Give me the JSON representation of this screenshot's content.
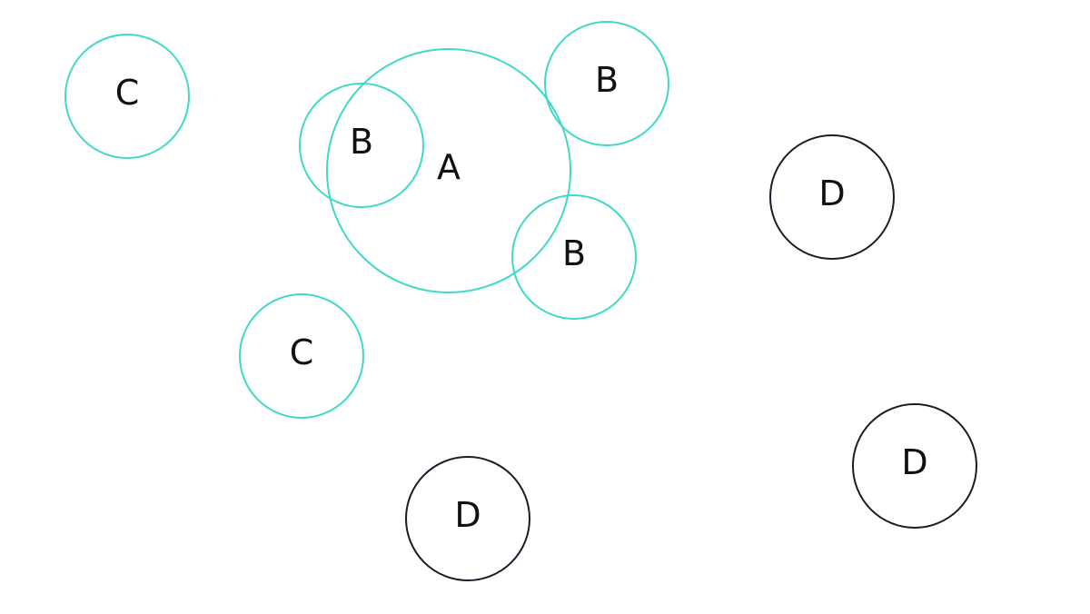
{
  "nodes": [
    {
      "id": "a",
      "label": "A",
      "group": "highlighted"
    },
    {
      "id": "b1",
      "label": "B",
      "group": "highlighted"
    },
    {
      "id": "b2",
      "label": "B",
      "group": "highlighted"
    },
    {
      "id": "b3",
      "label": "B",
      "group": "highlighted"
    },
    {
      "id": "c1",
      "label": "C",
      "group": "highlighted"
    },
    {
      "id": "c2",
      "label": "C",
      "group": "highlighted"
    },
    {
      "id": "d1",
      "label": "D",
      "group": "plain"
    },
    {
      "id": "d2",
      "label": "D",
      "group": "plain"
    },
    {
      "id": "d3",
      "label": "D",
      "group": "plain"
    }
  ],
  "colors": {
    "highlighted": "#40D9C8",
    "plain": "#1b1b2a",
    "text": "#111111",
    "background": "#ffffff"
  }
}
